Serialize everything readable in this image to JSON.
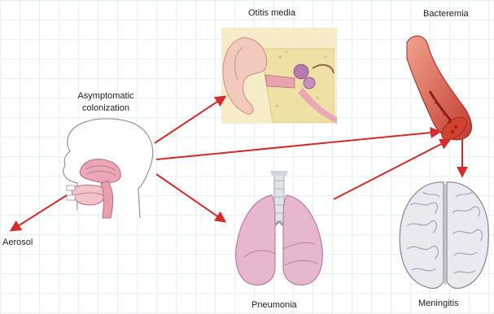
{
  "diagram": {
    "source": {
      "label_line1": "Asymptomatic",
      "label_line2": "colonization"
    },
    "outcomes": {
      "otitis": "Otitis media",
      "bacteremia": "Bacteremia",
      "aerosol": "Aerosol",
      "pneumonia": "Pneumonia",
      "meningitis": "Meningitis"
    },
    "colors": {
      "arrow": "#d42a2a",
      "skin": "#f3c4bd",
      "tissue_pink": "#e9a7b6",
      "lung": "#e6b6cf",
      "vessel": "#c9342e",
      "brain": "#e8e6ec",
      "ear_bone": "#f1e3a8"
    },
    "icons": [
      "head-icon",
      "ear-icon",
      "blood-vessel-icon",
      "lungs-icon",
      "brain-icon"
    ]
  }
}
